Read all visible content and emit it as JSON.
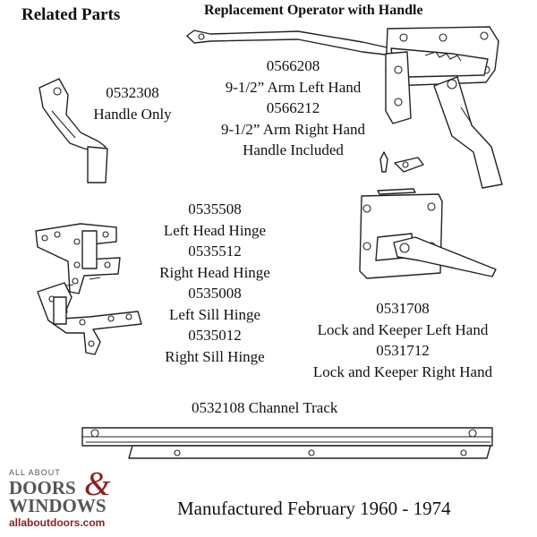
{
  "header": {
    "related_parts": "Related Parts",
    "operator_title": "Replacement Operator with Handle"
  },
  "operator": {
    "lines": [
      "0566208",
      "9-1/2” Arm Left Hand",
      "0566212",
      "9-1/2” Arm Right Hand",
      "Handle Included"
    ]
  },
  "handle": {
    "lines": [
      "0532308",
      "Handle Only"
    ]
  },
  "hinges": {
    "lines": [
      "0535508",
      "Left Head Hinge",
      "0535512",
      "Right Head Hinge",
      "0535008",
      "Left Sill Hinge",
      "0535012",
      "Right Sill Hinge"
    ]
  },
  "lock": {
    "lines": [
      "0531708",
      "Lock and Keeper Left Hand",
      "0531712",
      "Lock and Keeper Right Hand"
    ]
  },
  "track": {
    "label": "0532108 Channel Track"
  },
  "footer": {
    "manufactured": "Manufactured February 1960 - 1974"
  },
  "logo": {
    "top": "ALL ABOUT",
    "doors": "DOORS",
    "amp": "&",
    "windows": "WINDOWS",
    "url": "allaboutdoors.com",
    "color": "#8a1f1f"
  }
}
